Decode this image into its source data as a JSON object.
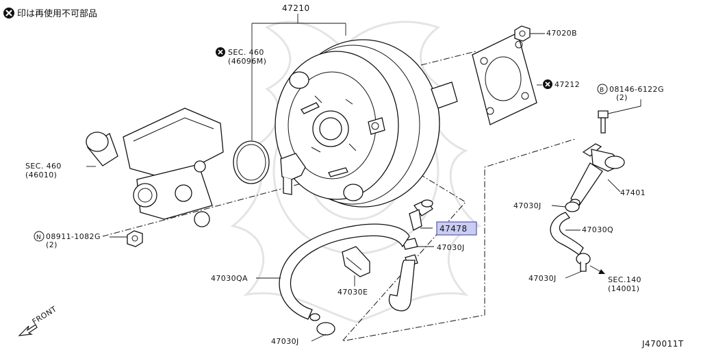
{
  "legend": {
    "text": "印は再使用不可部品",
    "icon": "x-circle-icon"
  },
  "labels": {
    "booster": "47210",
    "sec460_top": "SEC. 460",
    "sec460_top_sub": "(46096M)",
    "bolt_nut": "47020B",
    "gasket": "47212",
    "bolt_b": "08146-6122G",
    "bolt_b_qty": "(2)",
    "bolt_b_prefix": "B",
    "sec460_left": "SEC. 460",
    "sec460_left_sub": "(46010)",
    "nut_n": "08911-1082G",
    "nut_n_qty": "(2)",
    "nut_n_prefix": "N",
    "connector": "47401",
    "clamp_a": "47030J",
    "hose_q": "47030Q",
    "clamp_b": "47030J",
    "sec140": "SEC.140",
    "sec140_sub": "(14001)",
    "check_valve": "47478",
    "clamp_c": "47030J",
    "hose_qa": "47030QA",
    "bracket_e": "47030E",
    "clamp_d": "47030J",
    "front": "FRONT",
    "diagram_id": "J470011T"
  },
  "colors": {
    "highlight_fill": "#c9cdf3",
    "highlight_stroke": "#3a3aa0"
  }
}
